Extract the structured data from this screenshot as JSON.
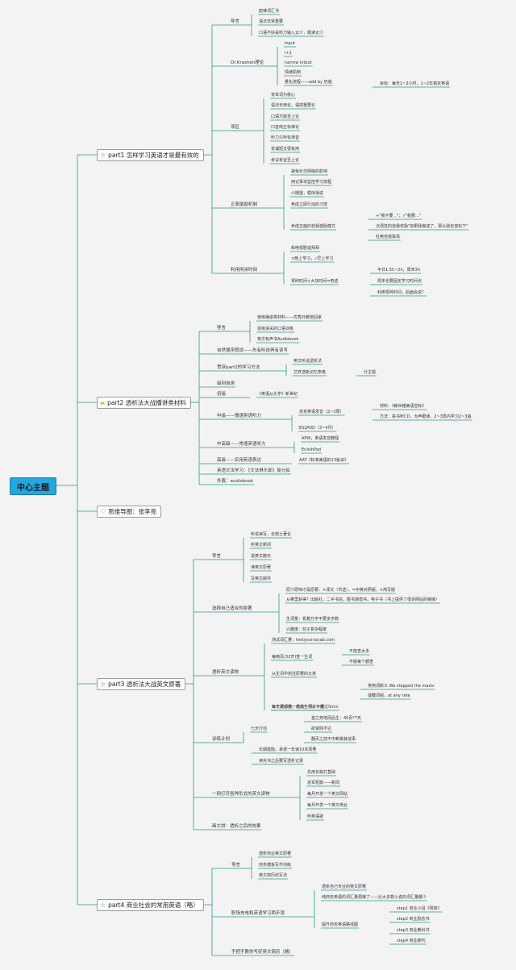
{
  "theme": {
    "wire": "#2c9a86",
    "root_fill": "#24a6e2",
    "icon_star": "#2f86ce",
    "icon_folder": "#e6b23a",
    "icon_heart": "#d43b3b",
    "icon_star_red": "#d43b3b",
    "icon_star_teal": "#2a9aa6"
  },
  "root": {
    "label": "中心主题"
  },
  "branches": [
    {
      "label": "part1 怎样学习英语才是最有效的",
      "icon": "star-icon",
      "sections": [
        {
          "label": "导言",
          "items": [
            "韵律词汇书",
            "语法非常重要",
            "口语不好是听力输入太少，题读太少"
          ]
        },
        {
          "label": "Dr.Krashen理论",
          "items": [
            "input",
            "i+1",
            "narrow intput",
            "情绪机制",
            "量化流程——add by 奶爸",
            "目标：每天1~2小时，1~2年搞定英语"
          ]
        },
        {
          "label": "误区",
          "items": [
            "背单词为核心",
            "语法无用论，语感重要论",
            "口语万能至上论",
            "口音纯正标准论",
            "听力只听标准音",
            "背诵短文很有用",
            "考试考证至上论"
          ]
        },
        {
          "label": "正面激励机制",
          "items": [
            "避免社交网络的影响",
            "用记事本监控学习流程",
            "小期望，循序渐进",
            "养成立即行动的习惯",
            "养成正面的自我激励模式",
            "+\"我不要...\"；√\"我要...\"",
            "沉溺性的自我奖励\"如果我做成了，那么我去放松下\"",
            "杜绝自我辱骂"
          ]
        },
        {
          "label": "利用闲余时间",
          "items": [
            "和电视剧说拜拜",
            "×晚上学习，√早上学习",
            "零碎时间+大块时间=奇迹",
            "平日1.5h~2h，周末3h",
            "周末也要固定学习时间点",
            "利用零碎时间，后面会说？"
          ]
        }
      ]
    },
    {
      "label": "part2 透析法大战播讲类材料",
      "icon": "folder-icon",
      "sections": [
        {
          "label": "导言",
          "items": [
            "使用播讲类材料——优秀外教陪回家",
            "逐级递关的口语训练",
            "英文有声书Audiobook"
          ]
        },
        {
          "label": "自然顺序假说——先有听说再有读写",
          "items": []
        },
        {
          "label": "贯穿part2的学习方法",
          "items": [
            "英文听说透析法",
            "艾宾浩斯记忆表格",
            "分主题"
          ]
        },
        {
          "label": "级别自测",
          "items": []
        },
        {
          "label": "初级",
          "items": [
            "《英语从头学》新世纪"
          ]
        },
        {
          "label": "中级——慢速英语听力",
          "items": [
            "攻克英语发音（2~3周）",
            "材料：《赖世雄美语音标》",
            "方法：看书听CD，大声跟读，2~3周内学习2~3遍",
            "ESLPOD（3~4月）"
          ]
        },
        {
          "label": "中高级——常速英语听力",
          "items": [
            "APW，英语发音教程",
            "EnlishPod"
          ]
        },
        {
          "label": "高级——实用英语表达",
          "items": [
            "AAT《标准美语的13秘诀》"
          ]
        },
        {
          "label": "英语文法学习：《文法俱乐部》旋元佑",
          "items": []
        },
        {
          "label": "外篇：audiobook",
          "items": []
        }
      ]
    },
    {
      "label": "思维导图：张李亮",
      "icon": "heart-icon",
      "sections": []
    },
    {
      "label": "part3 透析法大战英文原著",
      "icon": "star-icon",
      "sections": [
        {
          "label": "导言",
          "items": [
            "听说读写，全部土著化",
            "听英文新闻",
            "说英文聊天",
            "读英文原著",
            "写英文邮件"
          ]
        },
        {
          "label": "选择自己适合的原著",
          "items": [
            "原汁原味才是原著：×译文（节选），=中英对照版，×简写版",
            "从哪里获得？出版社，二手书店，图书馆借书，电子书（书上提供了很多网站的链接）",
            "生词量：看着万字不要多字数",
            "兴趣度：句子复杂程度"
          ]
        },
        {
          "label": "透析英文读物",
          "items": [
            "测试词汇量：testyourvocab.com",
            "每两页(32开)查一生词",
            "不能查太多",
            "不能每个都查",
            "从生词中抓住原著的大意",
            "每个词都懂，组成一句就不懂",
            "常用词新义 We stepped the masts",
            "俚藏词组，at any rate",
            "每天复习前一天的生词，不超过5min"
          ]
        },
        {
          "label": "训练计划",
          "items": [
            "七天行动",
            "首之死地而后生：40页*7天",
            "欲速则不达",
            "翻页之前不中断做其他事",
            "长期激励，承诺一年读10本原著",
            "读完书之后要写透析记录"
          ]
        },
        {
          "label": "一网打尽各种形式的英文读物",
          "items": [
            "先用长篇打基础",
            "进军短篇——新闻",
            "每月开发一个英文网站",
            "每月开发一个英文电台",
            "听英语歌"
          ]
        },
        {
          "label": "画大饼：透析之后的效果",
          "items": []
        }
      ]
    },
    {
      "label": "part4 商业社会的常用英语（略）",
      "icon": "star-icon",
      "sections": [
        {
          "label": "导言",
          "items": [
            "透析商业英文原著",
            "商务模板写作训练",
            "英文简历的写法"
          ]
        },
        {
          "label": "职场充电和英语学习两不误",
          "items": [
            "透析自己专业的英文原著",
            "纯商务英语的词汇量弱爆了——比大多数小说的词汇量都少",
            "提升商务英语路线图",
            "step1 商业小说《残商》",
            "step2 商业励志书",
            "step3 商业教科书",
            "step4 商业期刊"
          ]
        },
        {
          "label": "手把手教你写好英文简历（略）",
          "items": []
        }
      ]
    }
  ]
}
